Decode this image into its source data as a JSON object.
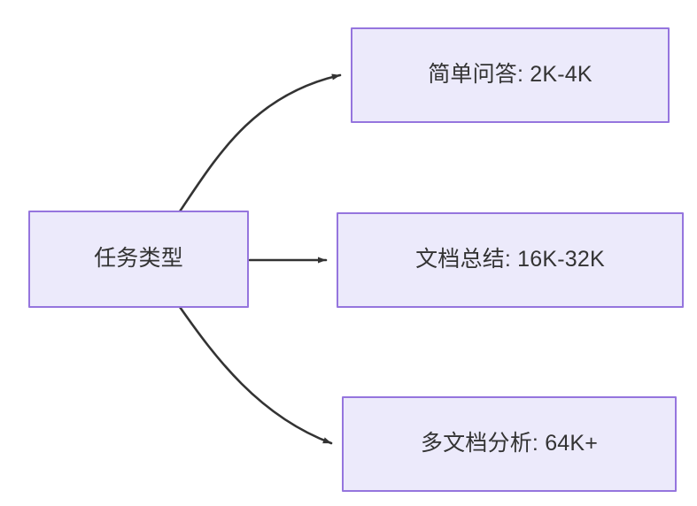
{
  "diagram": {
    "type": "flowchart",
    "direction": "left-to-right",
    "background_color": "#FFFFFF",
    "node_fill_color": "#ECEAFB",
    "node_border_color": "#9575DE",
    "node_text_color": "#333333",
    "edge_color": "#333333",
    "root": {
      "id": "root",
      "label": "任务类型"
    },
    "nodes": [
      {
        "id": "task-1",
        "label": "简单问答: 2K-4K"
      },
      {
        "id": "task-2",
        "label": "文档总结: 16K-32K"
      },
      {
        "id": "task-3",
        "label": "多文档分析: 64K+"
      }
    ],
    "edges": [
      {
        "id": "edge-root-task-1",
        "from": "root",
        "to": "task-1",
        "label": "",
        "style": "curved",
        "arrowhead": "solid-triangle"
      },
      {
        "id": "edge-root-task-2",
        "from": "root",
        "to": "task-2",
        "label": "",
        "style": "straight",
        "arrowhead": "solid-triangle"
      },
      {
        "id": "edge-root-task-3",
        "from": "root",
        "to": "task-3",
        "label": "",
        "style": "curved",
        "arrowhead": "solid-triangle"
      }
    ]
  }
}
